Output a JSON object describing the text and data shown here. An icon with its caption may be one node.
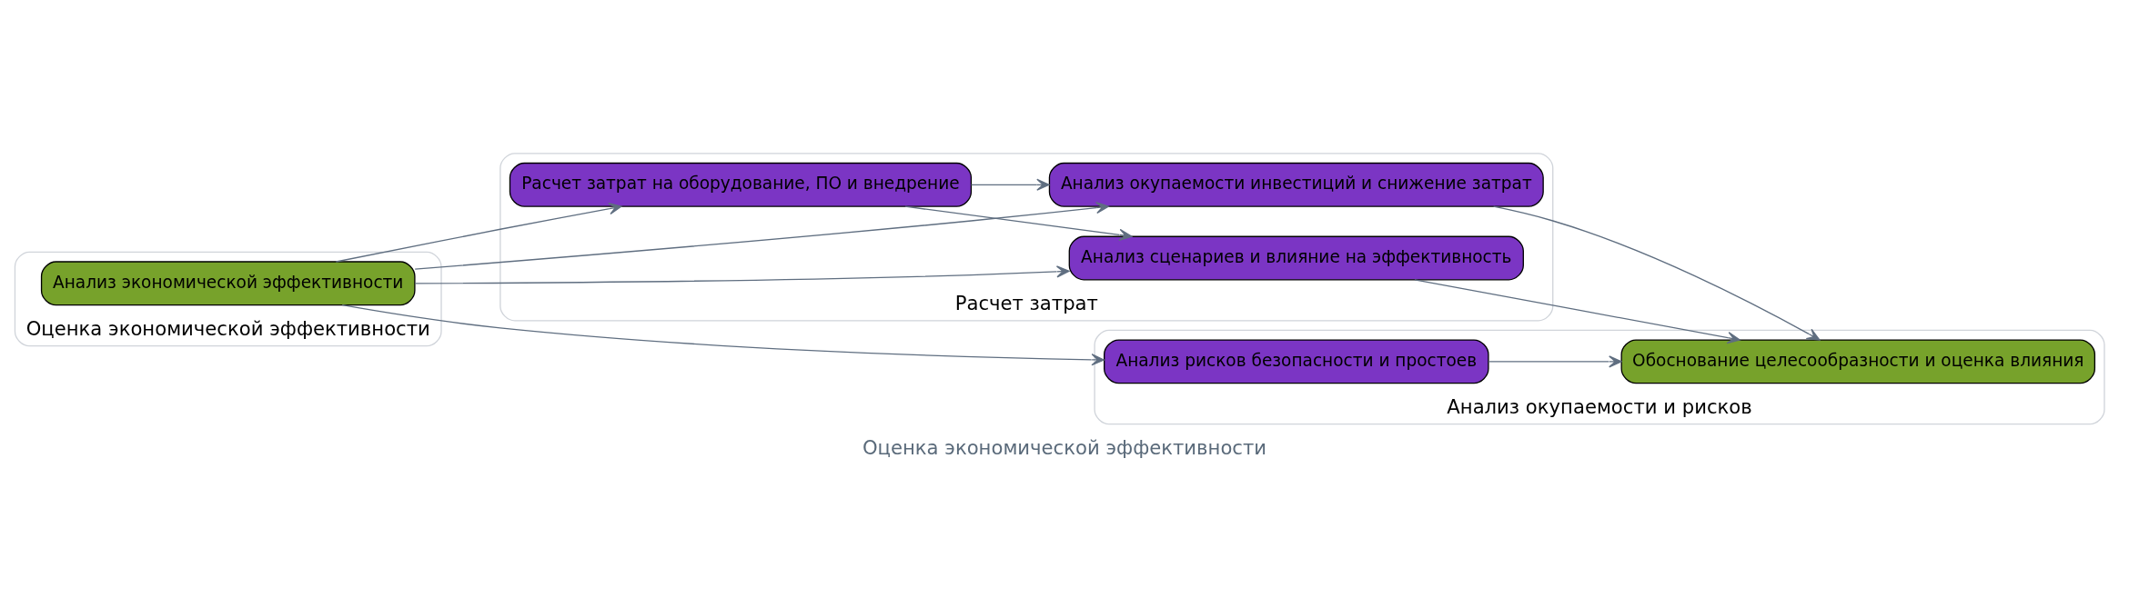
{
  "diagram": {
    "title": "Оценка экономической эффективности",
    "nodes": [
      {
        "text": [
          "Оценка экономической эффективности"
        ]
      },
      {
        "text": [
          "Анализ экономической эффективности"
        ],
        "in": 0
      },
      {
        "text": [
          "Расчет затрат"
        ]
      },
      {
        "text": [
          "Расчет затрат на оборудование, ПО и внедрение"
        ],
        "in": 2
      },
      {
        "text": [
          "Анализ окупаемости инвестиций и снижение затрат"
        ],
        "in": 2
      },
      {
        "text": [
          "Анализ сценариев и влияние на эффективность"
        ],
        "in": 2
      },
      {
        "text": [
          "Анализ окупаемости и рисков"
        ]
      },
      {
        "text": [
          "Анализ рисков безопасности и простоев"
        ],
        "in": 6
      },
      {
        "text": [
          "Обоснование целесообразности и оценка влияния"
        ],
        "in": 6
      }
    ],
    "edges": [
      {
        "from": 1,
        "to": 3,
        "arrow": "to"
      },
      {
        "from": 1,
        "to": 4,
        "arrow": "to"
      },
      {
        "from": 1,
        "to": 5,
        "arrow": "to"
      },
      {
        "from": 1,
        "to": 7,
        "arrow": "to"
      },
      {
        "from": 3,
        "to": 4,
        "arrow": "to"
      },
      {
        "from": 3,
        "to": 5,
        "arrow": "to"
      },
      {
        "from": 4,
        "to": 8,
        "arrow": "to"
      },
      {
        "from": 5,
        "to": 8,
        "arrow": "to"
      },
      {
        "from": 7,
        "to": 8,
        "arrow": "to"
      }
    ]
  }
}
